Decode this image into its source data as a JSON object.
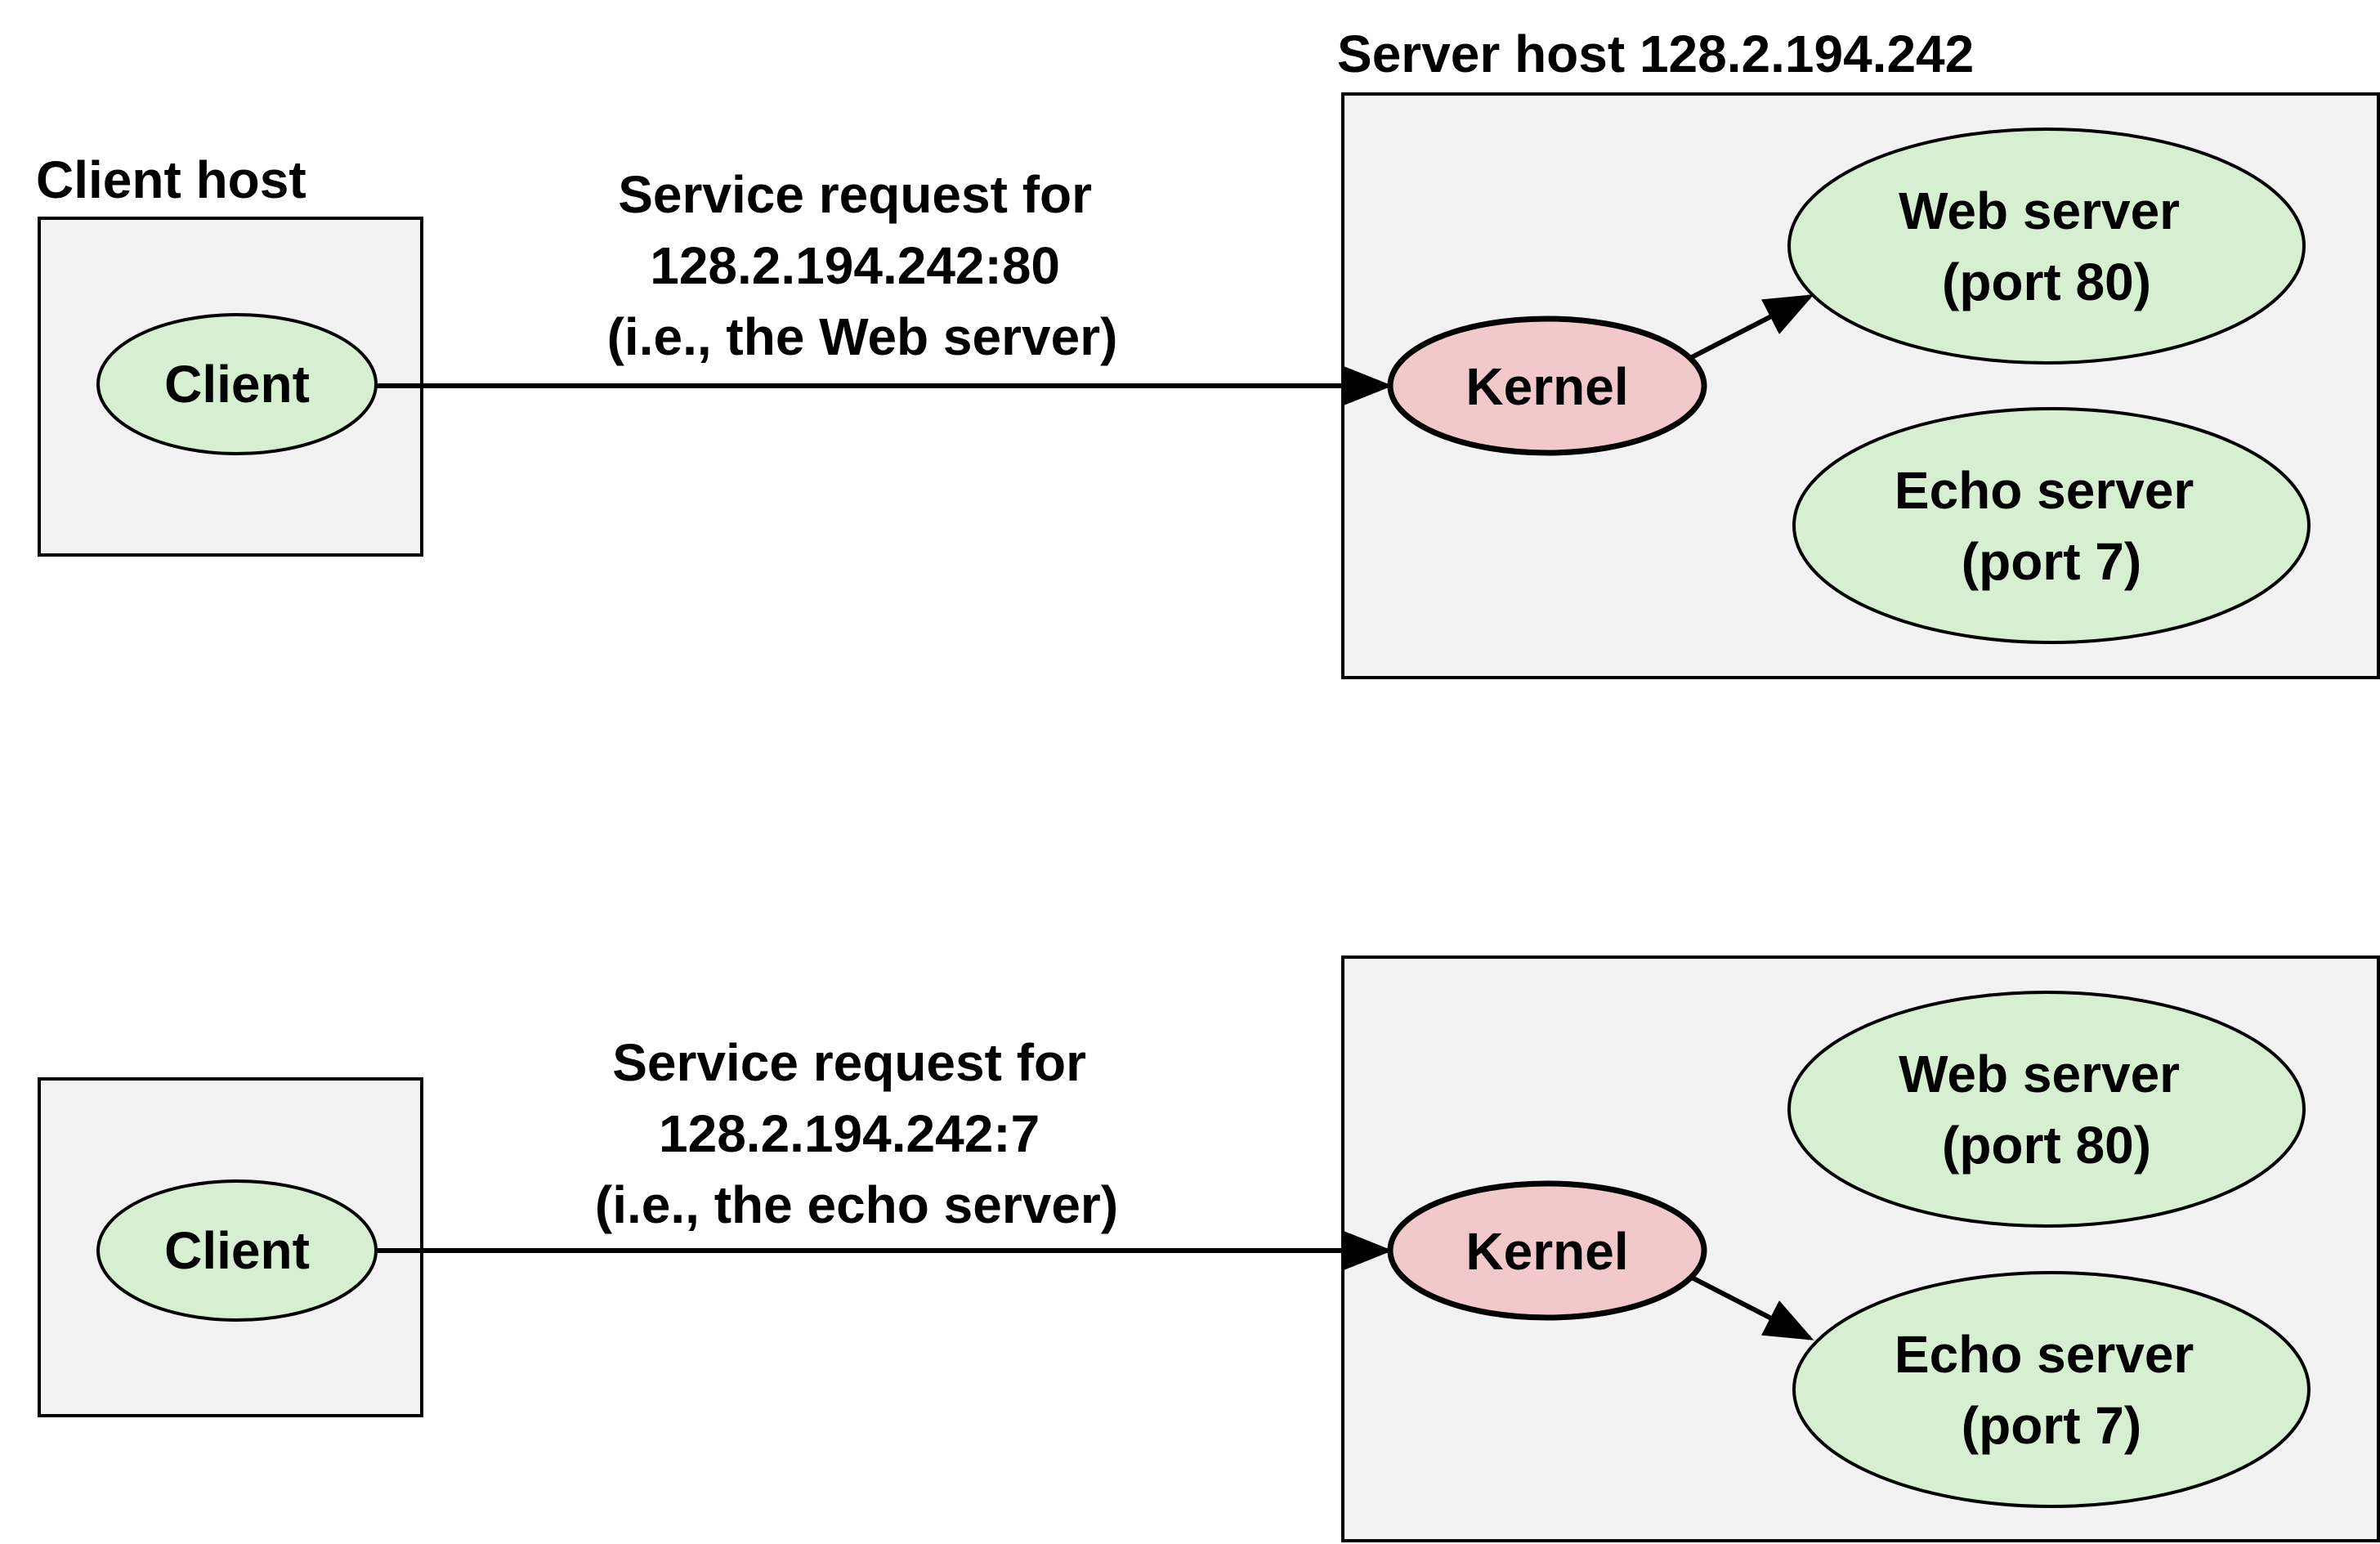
{
  "colors": {
    "host_fill": "#f2f2f2",
    "process_fill": "#d6efd0",
    "kernel_fill": "#f2c9cb",
    "stroke": "#000000"
  },
  "top": {
    "client_host_label": "Client host",
    "server_host_label": "Server host 128.2.194.242",
    "client_label": "Client",
    "request_lines": [
      "Service request for",
      "128.2.194.242:80",
      "(i.e., the Web server)"
    ],
    "kernel_label": "Kernel",
    "web_server_lines": [
      "Web server",
      "(port 80)"
    ],
    "echo_server_lines": [
      "Echo server",
      "(port 7)"
    ]
  },
  "bottom": {
    "client_label": "Client",
    "request_lines": [
      "Service request for",
      "128.2.194.242:7",
      "(i.e., the echo server)"
    ],
    "kernel_label": "Kernel",
    "web_server_lines": [
      "Web server",
      "(port 80)"
    ],
    "echo_server_lines": [
      "Echo server",
      "(port 7)"
    ]
  }
}
